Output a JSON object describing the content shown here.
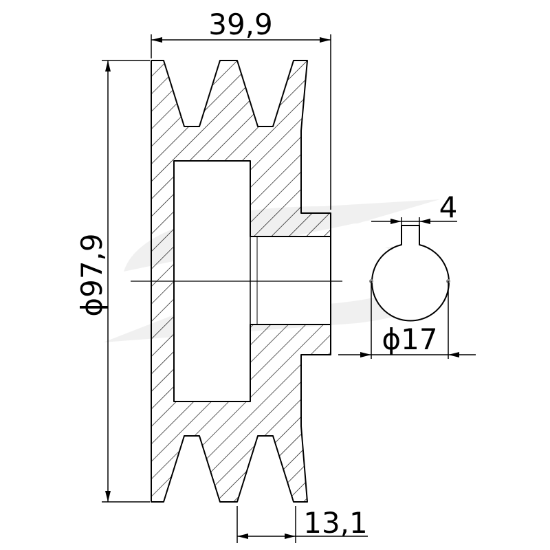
{
  "dimensions": {
    "overall_width": "39,9",
    "outer_diameter": "ϕ97,9",
    "groove_pitch": "13,1",
    "keyway_width": "4",
    "bore_diameter": "ϕ17"
  },
  "colors": {
    "line": "#000000",
    "watermark": "#eeeeee",
    "background": "#ffffff"
  }
}
